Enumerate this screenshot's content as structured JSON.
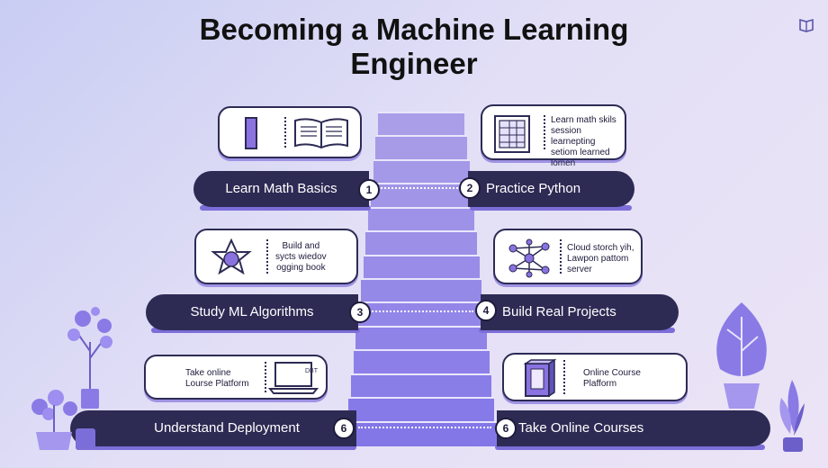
{
  "title": "Becoming a Machine Learning\nEngineer",
  "icons": {
    "brand": "book-shield-icon",
    "card1": "open-book-icon",
    "card2": "spreadsheet-icon",
    "card3": "star-network-icon",
    "card4": "neural-network-icon",
    "card5": "laptop-icon",
    "card6": "server-box-icon"
  },
  "colors": {
    "bar": "#2d2b54",
    "stairs": "#a89be8",
    "accent": "#7c6ed8"
  },
  "steps": [
    {
      "number": "1",
      "label": "Learn Math Basics"
    },
    {
      "number": "2",
      "label": "Practice Python"
    },
    {
      "number": "3",
      "label": "Study ML Algorithms"
    },
    {
      "number": "4",
      "label": "Build Real Projects"
    },
    {
      "number": "6",
      "label": "Understand Deployment"
    },
    {
      "number": "6",
      "label": "Take Online Courses"
    }
  ],
  "cards": {
    "card2_text": "Learn math skils\nsession learnepting\nsetiom learned\nlomen",
    "card3_text": "Build and\nsycts wiedov\nogging book",
    "card4_text": "Cloud storch yih,\nLawpon pattom\nserver",
    "card5_text": "Take online\nLourse Platform",
    "card5_screen": "DBT",
    "card6_text": "Online Course\nPlafform"
  }
}
